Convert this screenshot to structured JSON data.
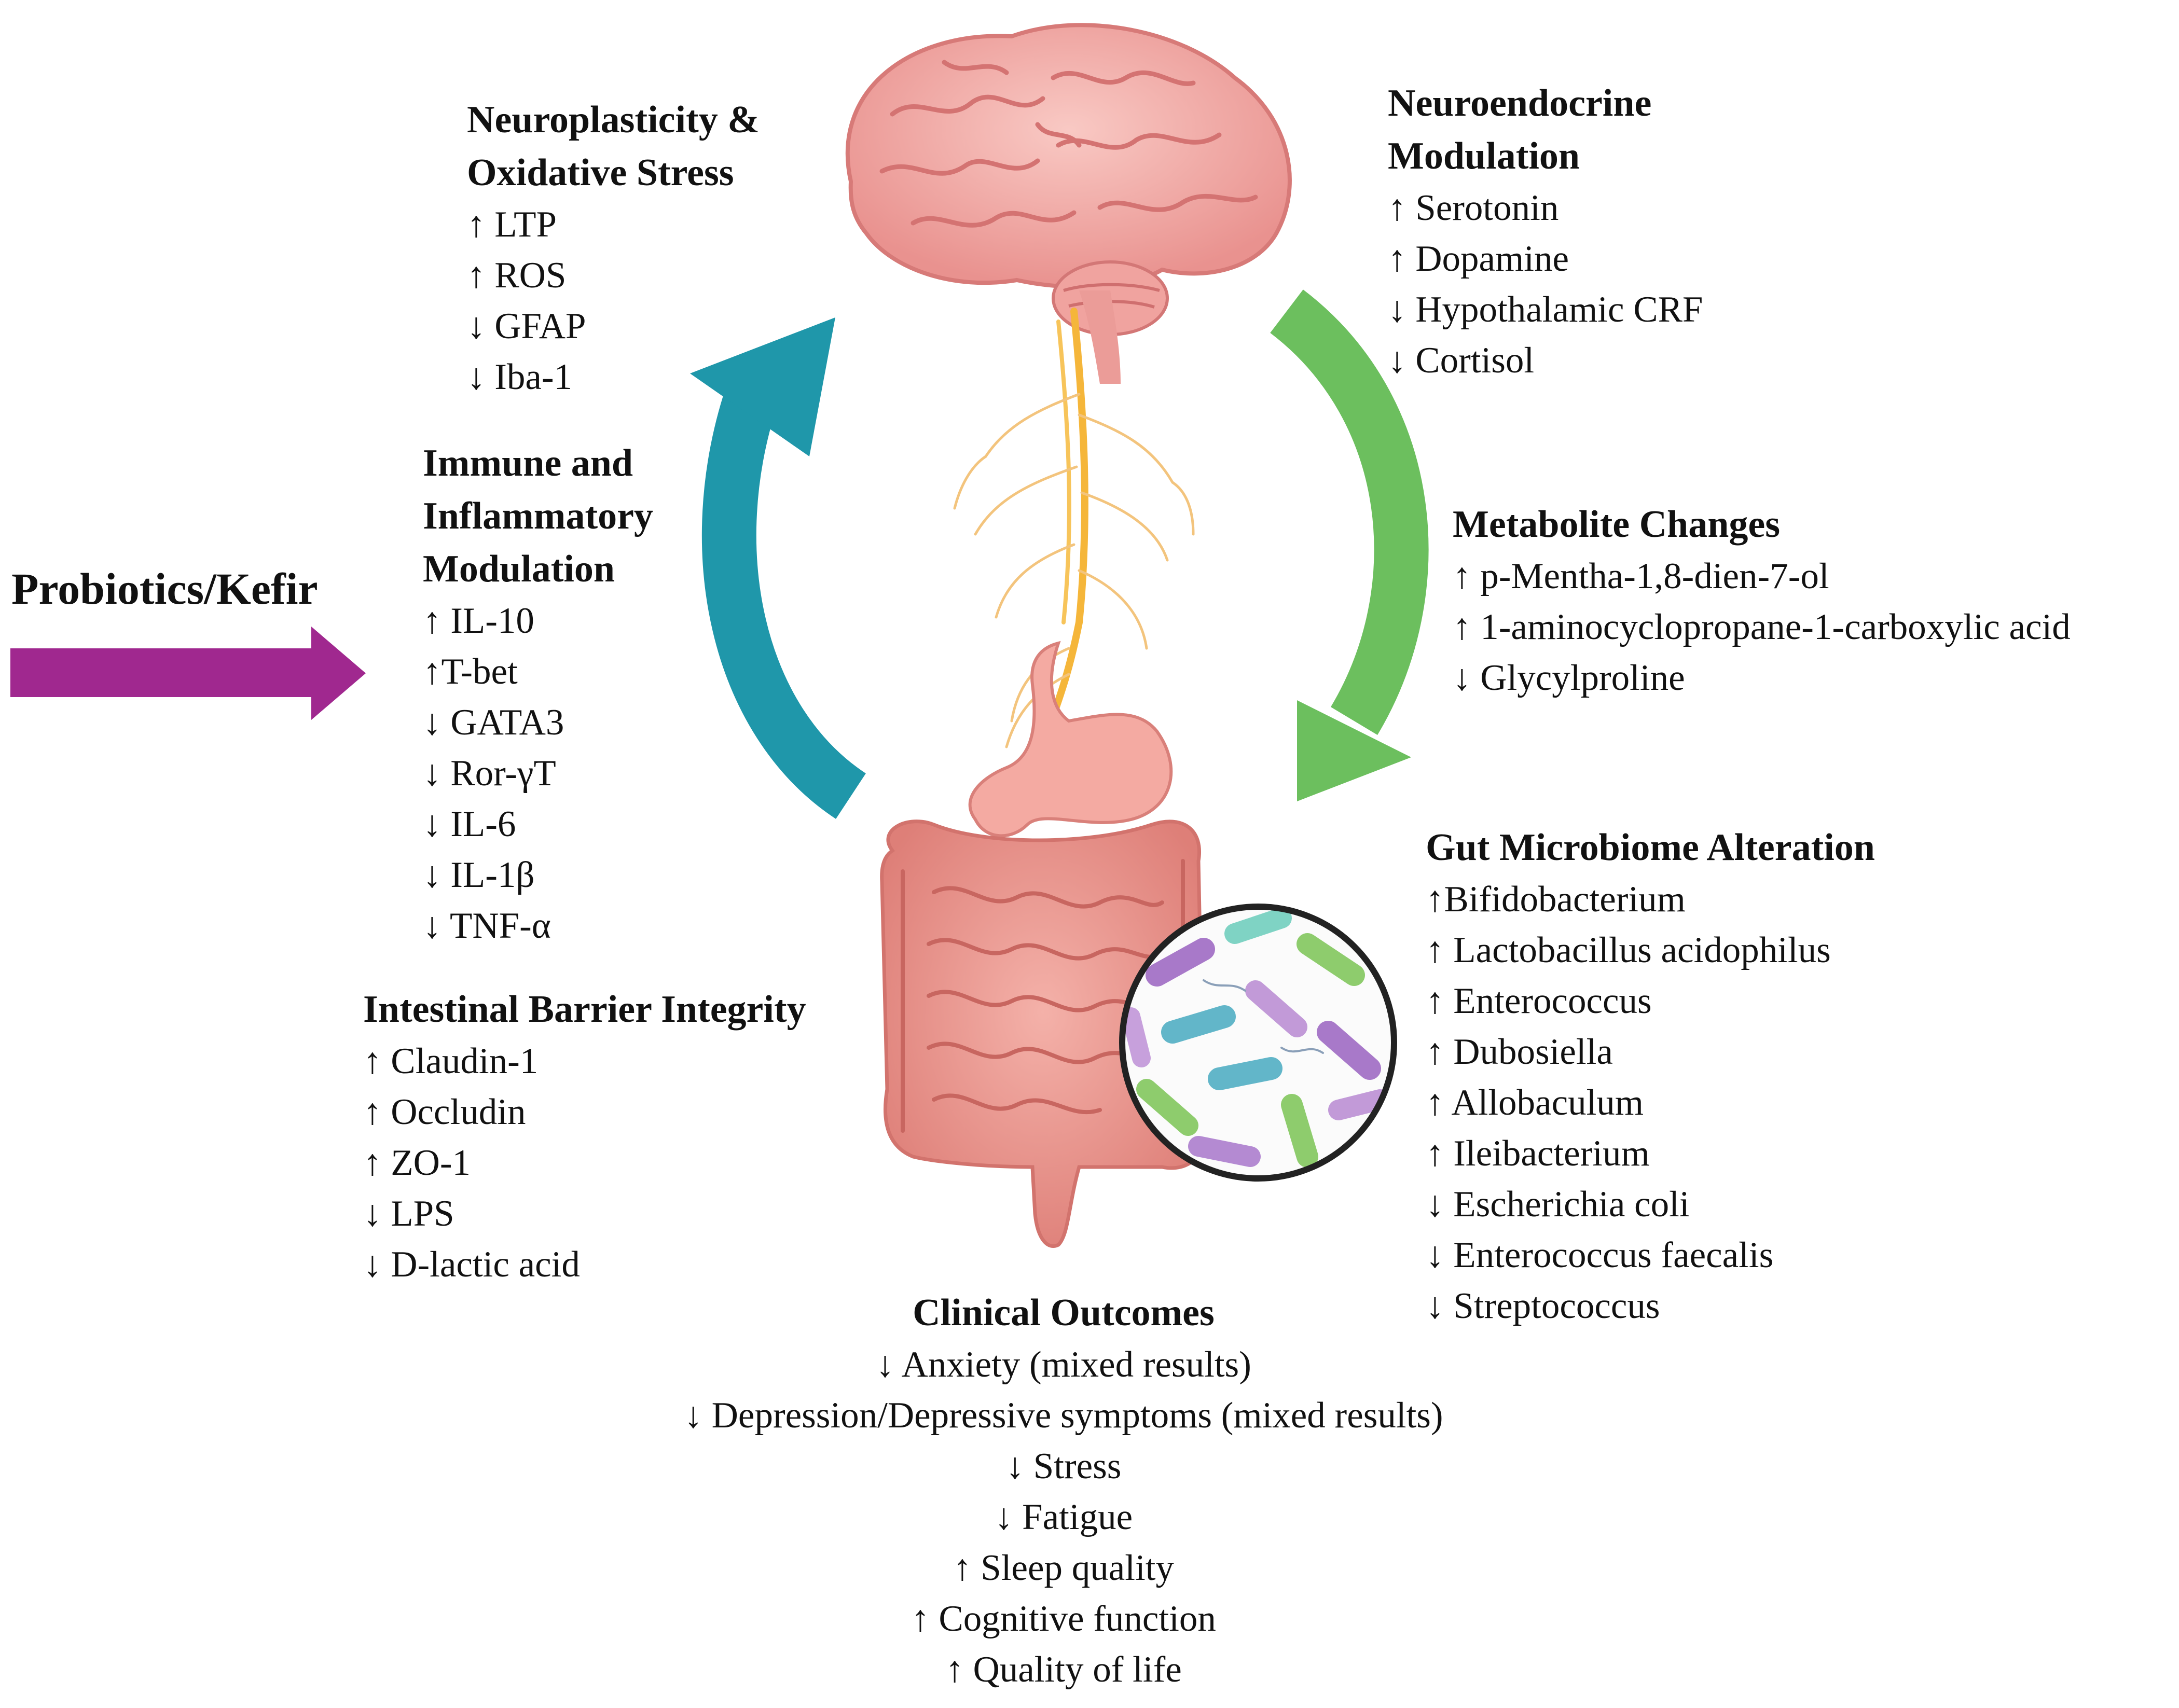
{
  "probiotics_label": "Probiotics/Kefir",
  "colors": {
    "probiotics_arrow": "#a0288f",
    "brain_to_gut_arrow": "#6cbf5e",
    "gut_to_brain_arrow": "#1f97aa",
    "brain": "#f2a7a4",
    "nerve": "#f5b63a",
    "intestine": "#ea8f86"
  },
  "icons": [
    "brain-illustration",
    "vagus-nerve-illustration",
    "stomach-illustration",
    "intestine-illustration",
    "bacteria-magnifier-illustration"
  ],
  "sections": {
    "neuroplasticity": {
      "title_lines": [
        "Neuroplasticity &",
        "Oxidative Stress"
      ],
      "items": [
        "↑ LTP",
        "↑ ROS",
        "↓ GFAP",
        "↓ Iba-1"
      ]
    },
    "neuroendocrine": {
      "title_lines": [
        "Neuroendocrine",
        "Modulation"
      ],
      "items": [
        "↑ Serotonin",
        "↑ Dopamine",
        "↓ Hypothalamic CRF",
        "↓ Cortisol"
      ]
    },
    "immune": {
      "title_lines": [
        "Immune and",
        "Inflammatory",
        "Modulation"
      ],
      "items": [
        "↑ IL-10",
        "↑T-bet",
        "↓ GATA3",
        "↓ Ror-γT",
        "↓ IL-6",
        "↓ IL-1β",
        "↓ TNF-α"
      ]
    },
    "metabolite": {
      "title_lines": [
        "Metabolite Changes"
      ],
      "items": [
        "↑ p-Mentha-1,8-dien-7-ol",
        "↑ 1-aminocyclopropane-1-carboxylic acid",
        "↓ Glycylproline"
      ]
    },
    "barrier": {
      "title_lines": [
        "Intestinal Barrier Integrity"
      ],
      "items": [
        "↑ Claudin-1",
        "↑ Occludin",
        "↑ ZO-1",
        "↓ LPS",
        "↓ D-lactic acid"
      ]
    },
    "microbiome": {
      "title_lines": [
        "Gut Microbiome Alteration"
      ],
      "items": [
        "↑Bifidobacterium",
        "↑ Lactobacillus acidophilus",
        "↑ Enterococcus",
        "↑ Dubosiella",
        "↑ Allobaculum",
        "↑ Ileibacterium",
        "↓ Escherichia coli",
        "↓ Enterococcus faecalis",
        "↓ Streptococcus"
      ]
    },
    "clinical": {
      "title_lines": [
        "Clinical Outcomes"
      ],
      "items": [
        "↓ Anxiety (mixed results)",
        "↓ Depression/Depressive symptoms (mixed results)",
        "↓ Stress",
        "↓ Fatigue",
        "↑ Sleep quality",
        "↑ Cognitive function",
        "↑ Quality of life"
      ]
    }
  }
}
